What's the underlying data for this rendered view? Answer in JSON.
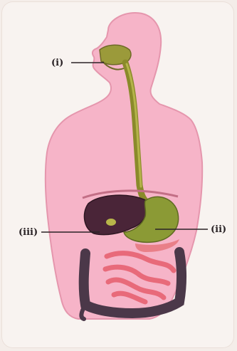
{
  "diagram": {
    "labels": {
      "mouth": "(i)",
      "stomach": "(ii)",
      "liver": "(iii)"
    }
  },
  "colors": {
    "body": "#f6b4c8",
    "body_outline": "#e596ad",
    "food_pipe": "#8a8a2a",
    "liver": "#4a2538",
    "stomach": "#8b9a35",
    "small_intestine": "#e86a7a",
    "large_intestine": "#4b3849",
    "background": "#f8f3f0"
  }
}
